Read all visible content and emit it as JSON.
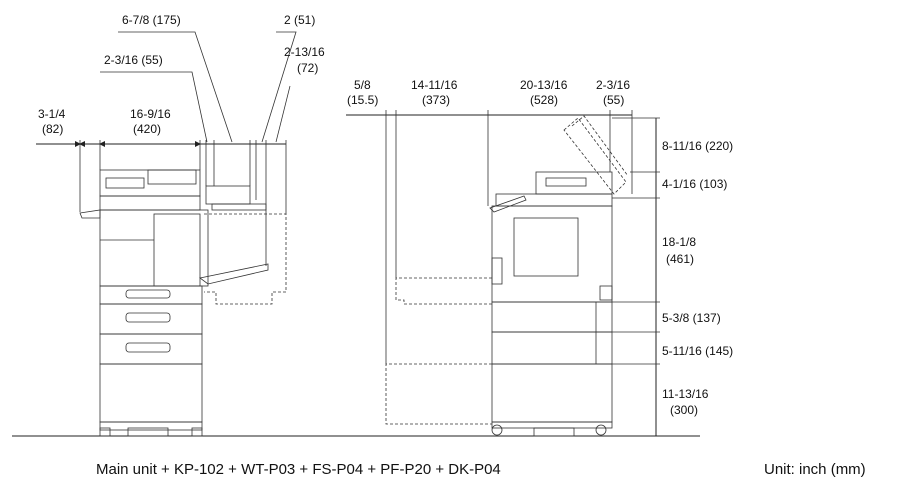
{
  "front_view": {
    "dims_top": {
      "d6_7_8": "6-7/8 (175)",
      "d2_51": "2 (51)",
      "d2_3_16_55": "2-3/16 (55)",
      "d2_13_16_a": "2-13/16",
      "d2_13_16_b": "(72)",
      "d3_1_4_a": "3-1/4",
      "d3_1_4_b": "(82)",
      "d16_9_16_a": "16-9/16",
      "d16_9_16_b": "(420)"
    }
  },
  "side_view": {
    "dims_top": {
      "d5_8_a": "5/8",
      "d5_8_b": "(15.5)",
      "d14_11_16_a": "14-11/16",
      "d14_11_16_b": "(373)",
      "d20_13_16_a": "20-13/16",
      "d20_13_16_b": "(528)",
      "d2_3_16_a": "2-3/16",
      "d2_3_16_b": "(55)"
    },
    "dims_right": {
      "d8_11_16": "8-11/16 (220)",
      "d4_1_16": "4-1/16 (103)",
      "d18_1_8_a": "18-1/8",
      "d18_1_8_b": "(461)",
      "d5_3_8": "5-3/8 (137)",
      "d5_11_16": "5-11/16 (145)",
      "d11_13_16_a": "11-13/16",
      "d11_13_16_b": "(300)"
    }
  },
  "caption": {
    "configuration": "Main unit + KP-102 + WT-P03 + FS-P04 + PF-P20 + DK-P04",
    "unit": "Unit: inch (mm)"
  }
}
